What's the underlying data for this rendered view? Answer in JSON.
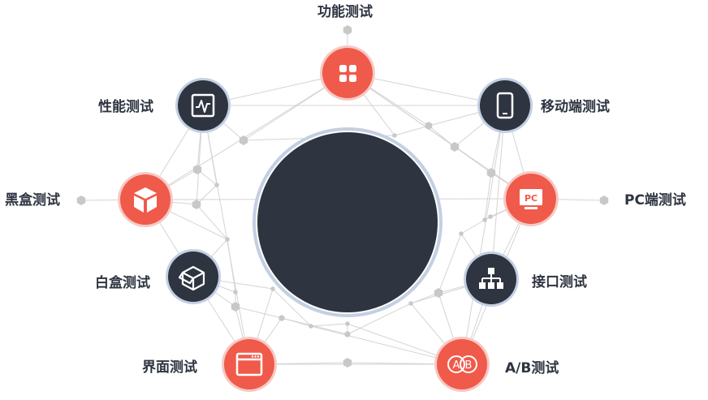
{
  "colors": {
    "accent": "#f05a4a",
    "dark": "#2e3440",
    "ring_accent": "#f6c9c4",
    "ring_dark": "#c3cfe2",
    "center_fill": "#2e3440",
    "center_ring": "#c3cfe2",
    "line": "#d4d4d4",
    "hex": "#c8c8c8"
  },
  "nodes": [
    {
      "id": "functional",
      "label": "功能测试",
      "icon": "grid-icon",
      "style": "accent"
    },
    {
      "id": "mobile",
      "label": "移动端测试",
      "icon": "mobile-icon",
      "style": "dark"
    },
    {
      "id": "pc",
      "label": "PC端测试",
      "icon": "pc-icon",
      "style": "accent"
    },
    {
      "id": "interface",
      "label": "接口测试",
      "icon": "network-icon",
      "style": "dark"
    },
    {
      "id": "ab",
      "label": "A/B测试",
      "icon": "ab-icon",
      "style": "accent"
    },
    {
      "id": "ui",
      "label": "界面测试",
      "icon": "browser-window-icon",
      "style": "accent"
    },
    {
      "id": "whitebox",
      "label": "白盒测试",
      "icon": "open-box-icon",
      "style": "dark"
    },
    {
      "id": "blackbox",
      "label": "黑盒测试",
      "icon": "cube-icon",
      "style": "accent"
    },
    {
      "id": "performance",
      "label": "性能测试",
      "icon": "pulse-chart-icon",
      "style": "dark"
    }
  ]
}
